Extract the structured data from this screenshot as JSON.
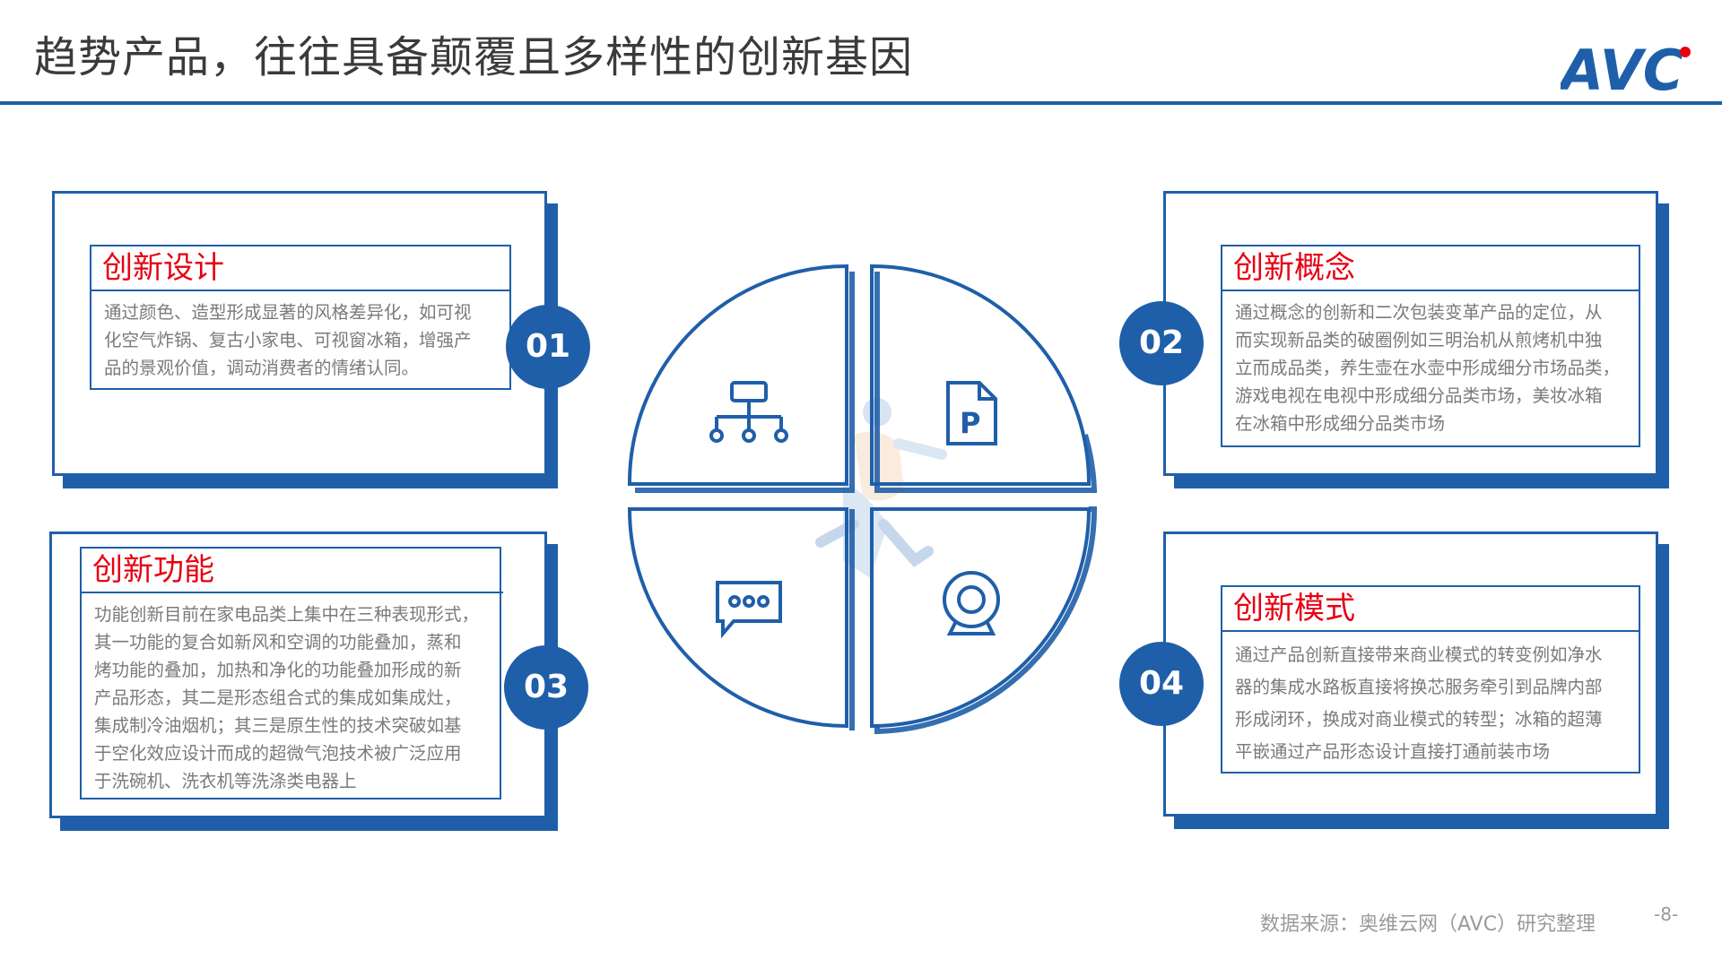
{
  "header": {
    "title": "趋势产品，往往具备颠覆且多样性的创新基因",
    "logo_text": "AVC"
  },
  "colors": {
    "brand_blue": "#1f5fa9",
    "accent_red": "#e60012",
    "body_text": "#7a7a7a"
  },
  "cards": [
    {
      "number": "01",
      "title": "创新设计",
      "lines": [
        "通过颜色、造型形成显著的风格差异化，如可视",
        "化空气炸锅、复古小家电、可视窗冰箱，增强产",
        "品的景观价值，调动消费者的情绪认同。"
      ]
    },
    {
      "number": "02",
      "title": "创新概念",
      "lines": [
        "通过概念的创新和二次包装变革产品的定位，从",
        "而实现新品类的破圈例如三明治机从煎烤机中独",
        "立而成品类，养生壶在水壶中形成细分市场品类，",
        "游戏电视在电视中形成细分品类市场，美妆冰箱",
        "在冰箱中形成细分品类市场"
      ]
    },
    {
      "number": "03",
      "title": "创新功能",
      "lines": [
        "功能创新目前在家电品类上集中在三种表现形式，",
        "其一功能的复合如新风和空调的功能叠加，蒸和",
        "烤功能的叠加，加热和净化的功能叠加形成的新",
        "产品形态，其二是形态组合式的集成如集成灶，",
        "集成制冷油烟机；其三是原生性的技术突破如基",
        "于空化效应设计而成的超微气泡技术被广泛应用",
        "于洗碗机、洗衣机等洗涤类电器上"
      ]
    },
    {
      "number": "04",
      "title": "创新模式",
      "lines": [
        "通过产品创新直接带来商业模式的转变例如净水",
        "器的集成水路板直接将换芯服务牵引到品牌内部",
        "形成闭环，换成对商业模式的转型；冰箱的超薄",
        "平嵌通过产品形态设计直接打通前装市场"
      ]
    }
  ],
  "diagram": {
    "icons": [
      "hierarchy-icon",
      "ppt-file-icon",
      "chat-bubble-icon",
      "webcam-icon"
    ],
    "ppt_letter": "P"
  },
  "footer": {
    "source": "数据来源：奥维云网（AVC）研究整理",
    "page": "-8-"
  }
}
